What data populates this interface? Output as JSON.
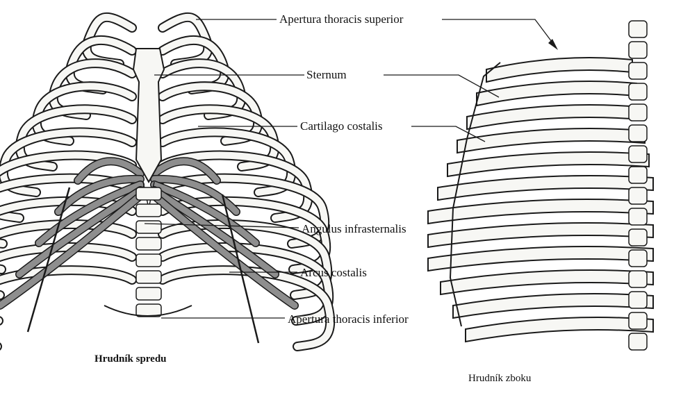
{
  "labels": {
    "apertura_superior": "Apertura thoracis superior",
    "sternum": "Sternum",
    "cartilago": "Cartilago costalis",
    "angulus": "Angulus infrasternalis",
    "arcus": "Arcus costalis",
    "apertura_inferior": "Apertura thoracis inferior"
  },
  "captions": {
    "front": "Hrudník spredu",
    "side": "Hrudník zboku"
  },
  "colors": {
    "ink": "#1a1a1a",
    "bone": "#f7f7f4",
    "cartilage": "#8e8e8e",
    "background": "#ffffff"
  }
}
